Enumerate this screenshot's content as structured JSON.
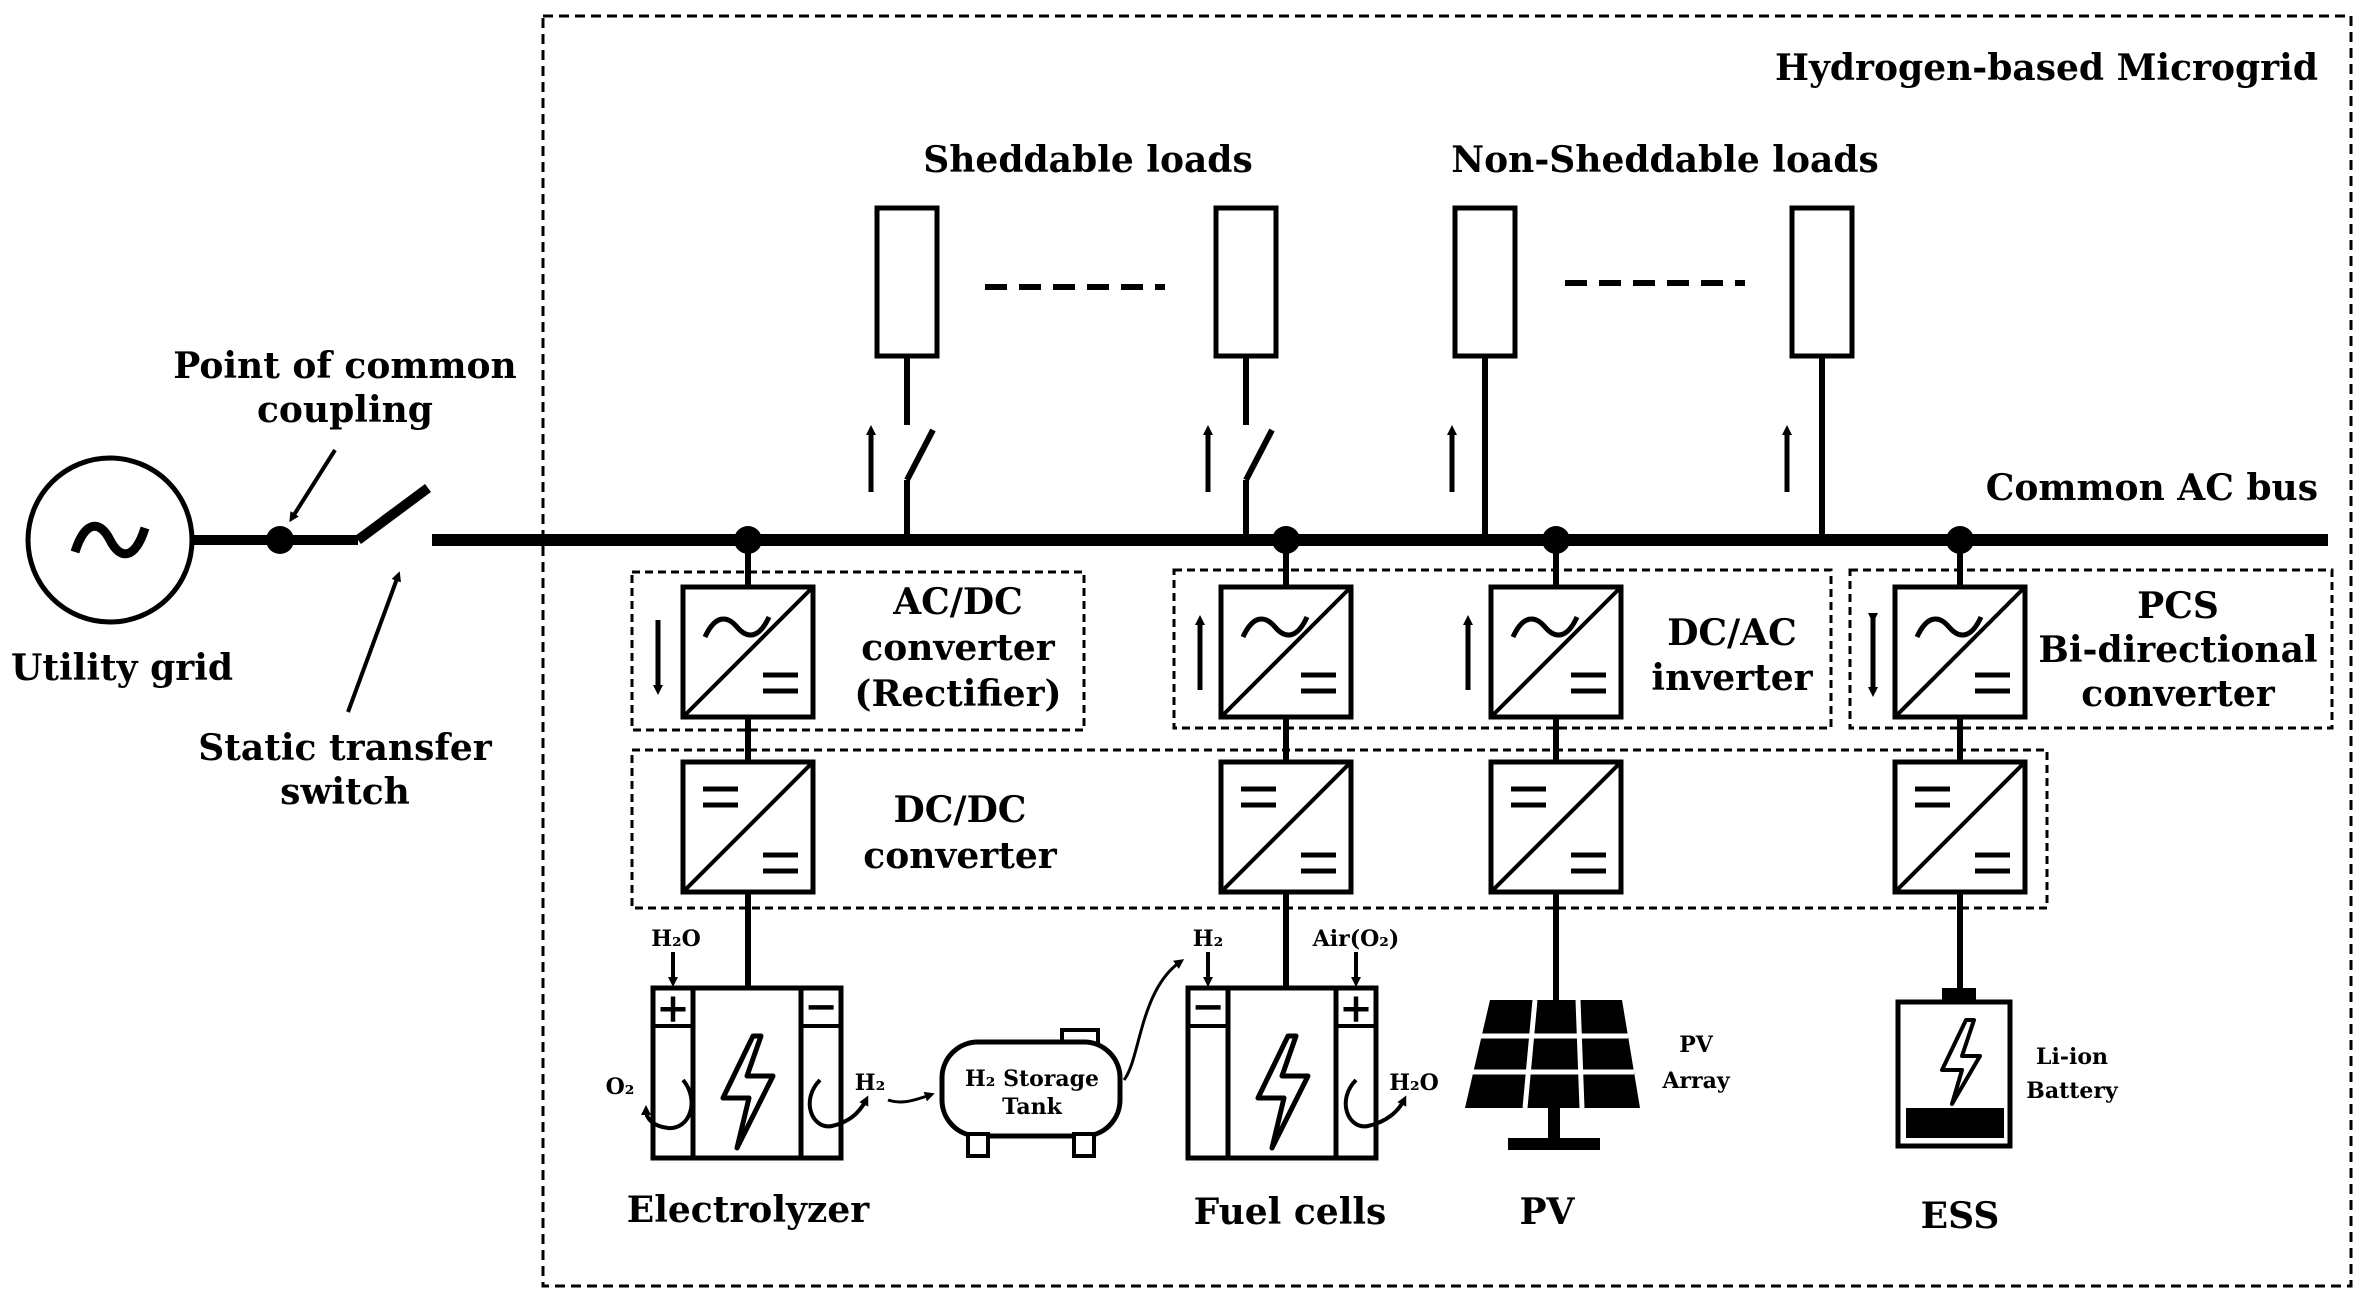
{
  "title": "Hydrogen-based Microgrid",
  "grid": {
    "utility_grid": "Utility grid",
    "pcc": [
      "Point of common",
      "coupling"
    ],
    "sts": [
      "Static transfer",
      "switch"
    ],
    "bus": "Common AC bus"
  },
  "loads": {
    "sheddable": "Sheddable loads",
    "non_sheddable": "Non-Sheddable loads"
  },
  "converters": {
    "acdc": [
      "AC/DC",
      "converter",
      "(Rectifier)"
    ],
    "dcac": [
      "DC/AC",
      "inverter"
    ],
    "pcs": [
      "PCS",
      "Bi-directional",
      "converter"
    ],
    "dcdc": [
      "DC/DC",
      "converter"
    ]
  },
  "electrolyzer": {
    "label": "Electrolyzer",
    "h2o_in": "H₂O",
    "o2_out": "O₂",
    "h2_out": "H₂"
  },
  "storage": {
    "line1": "H₂ Storage",
    "line2": "Tank"
  },
  "fuel_cell": {
    "label": "Fuel cells",
    "h2_in": "H₂",
    "air_in": "Air(O₂)",
    "h2o_out": "H₂O"
  },
  "pv": {
    "label": "PV",
    "array": [
      "PV",
      "Array"
    ]
  },
  "ess": {
    "label": "ESS",
    "battery": [
      "Li-ion",
      "Battery"
    ]
  },
  "symbols": {
    "ac": "~",
    "plus": "+",
    "minus": "−"
  }
}
